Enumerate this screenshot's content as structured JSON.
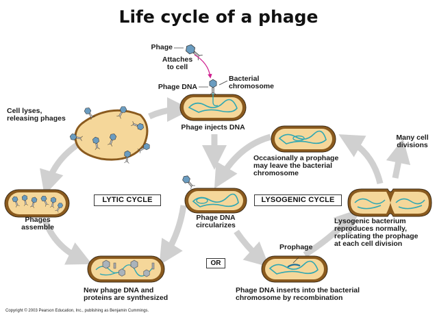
{
  "title": "Life cycle of a phage",
  "labels": {
    "phage": "Phage",
    "attaches": "Attaches\nto cell",
    "phage_dna": "Phage DNA",
    "bacterial_chromosome": "Bacterial\nchromosome",
    "phage_injects": "Phage injects DNA",
    "cell_lyses": "Cell lyses,\nreleasing phages",
    "phages_assemble": "Phages\nassemble",
    "lytic_cycle": "LYTIC CYCLE",
    "phage_dna_circularizes": "Phage DNA\ncircularizes",
    "lysogenic_cycle": "LYSOGENIC CYCLE",
    "occasionally": "Occasionally a  prophage\nmay leave the bacterial\nchromosome",
    "many_cell_divisions": "Many cell\ndivisions",
    "lysogenic_bacterium": "Lysogenic bacterium\nreproduces normally,\nreplicating the prophage\nat each cell division",
    "prophage": "Prophage",
    "or": "OR",
    "new_phage_dna": "New phage DNA and\nproteins are synthesized",
    "phage_dna_inserts": "Phage DNA inserts into the bacterial\nchromosome by recombination",
    "copyright": "Copyright © 2003 Pearson Education, Inc., publishing as Benjamin Cummings."
  },
  "colors": {
    "cell_fill": "#f5d79a",
    "cell_border": "#8a5a1e",
    "cell_outline": "#3a2a16",
    "dna": "#2fa7b3",
    "phage_head": "#6a9cc0",
    "arrow": "#d0d0d0",
    "attach_arrow": "#d02090"
  }
}
